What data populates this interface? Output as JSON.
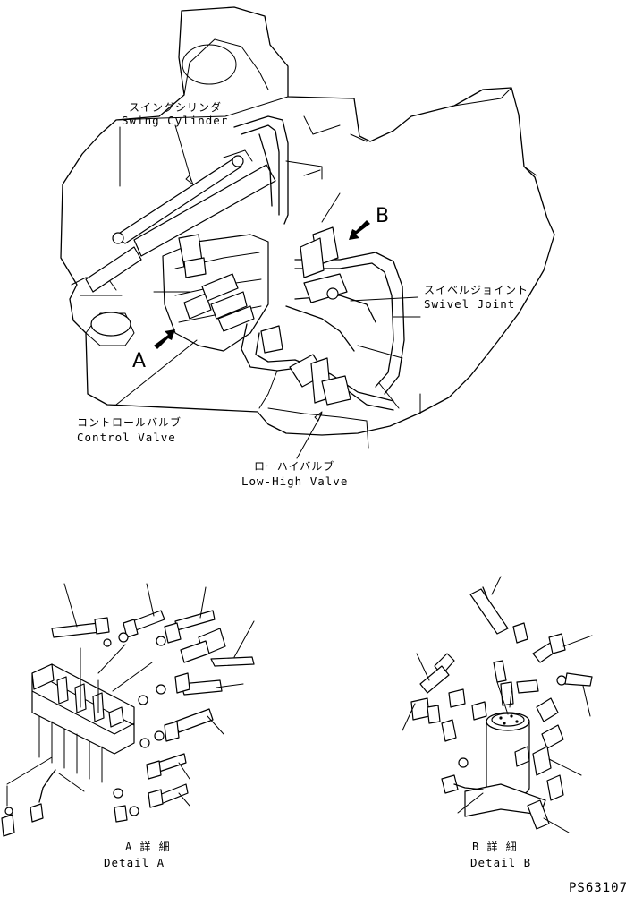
{
  "diagram": {
    "labels": {
      "swing_cylinder_jp": "スイングシリンダ",
      "swing_cylinder_en": "Swing Cylinder",
      "swivel_joint_jp": "スイベルジョイント",
      "swivel_joint_en": "Swivel Joint",
      "control_valve_jp": "コントロールバルブ",
      "control_valve_en": "Control Valve",
      "low_high_valve_jp": "ローハイバルブ",
      "low_high_valve_en": "Low-High Valve",
      "view_a": "A",
      "view_b": "B",
      "detail_a_jp": "A 詳 細",
      "detail_a_en": "Detail A",
      "detail_b_jp": "B 詳 細",
      "detail_b_en": "Detail B",
      "drawing_code": "PS63107"
    }
  }
}
